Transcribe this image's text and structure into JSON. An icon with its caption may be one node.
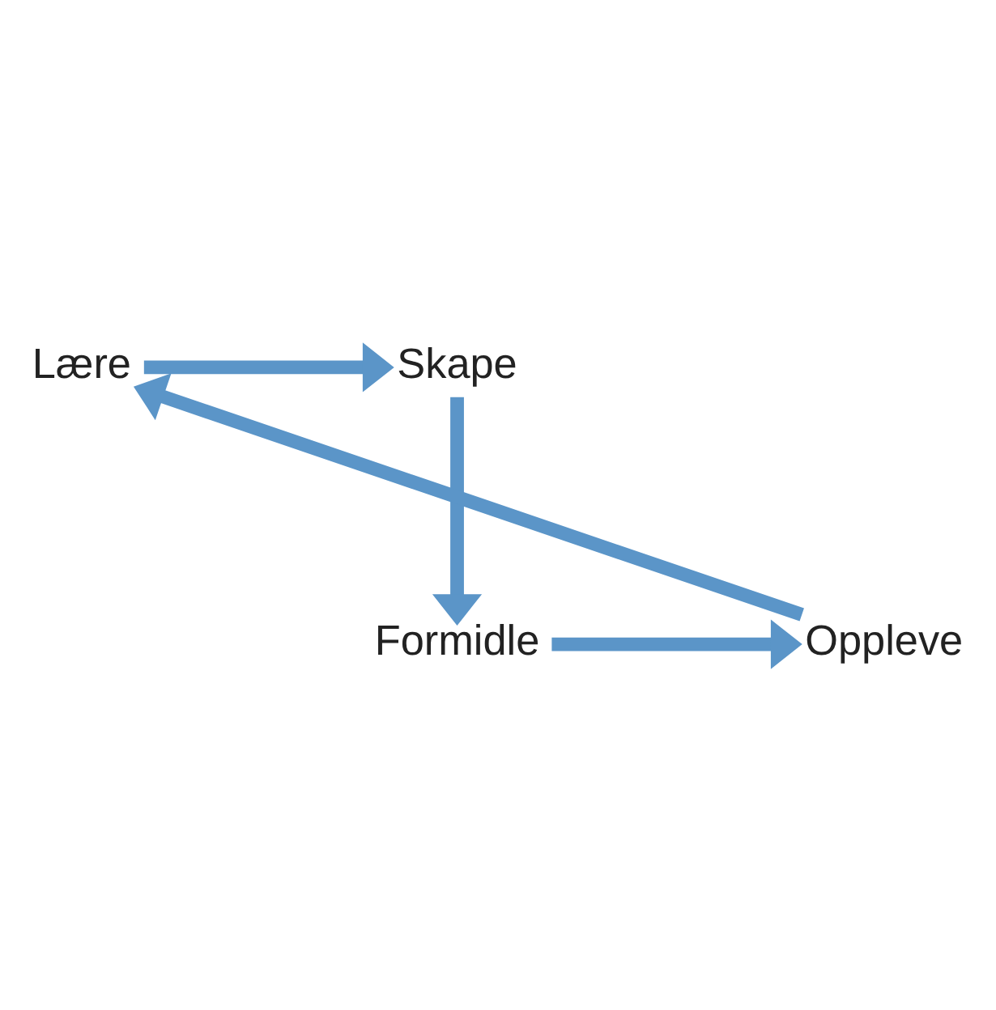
{
  "diagram": {
    "nodes": [
      {
        "text": [
          "Lære"
        ]
      },
      {
        "text": [
          "Skape"
        ]
      },
      {
        "text": [
          "Formidle"
        ]
      },
      {
        "text": [
          "Oppleve"
        ]
      }
    ],
    "edges": [
      {
        "from": 0,
        "to": 1,
        "arrow": "to"
      },
      {
        "from": 1,
        "to": 2,
        "arrow": "to"
      },
      {
        "from": 2,
        "to": 3,
        "arrow": "to"
      },
      {
        "from": 3,
        "to": 0,
        "arrow": "to"
      }
    ]
  }
}
